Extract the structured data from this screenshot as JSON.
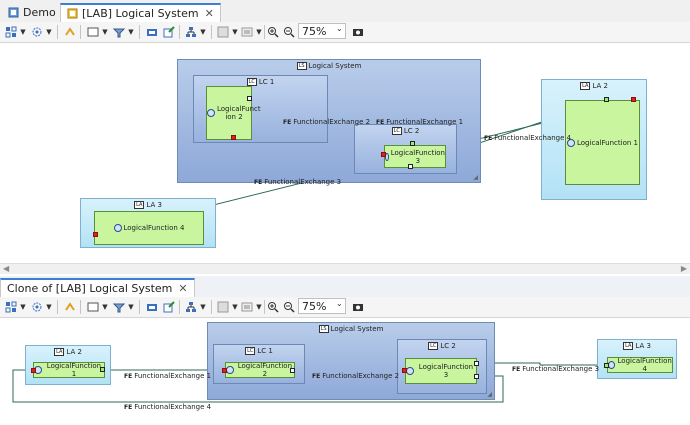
{
  "top_tabs": [
    {
      "label": "Demo",
      "close": ""
    },
    {
      "label": "[LAB] Logical System",
      "close": "✕"
    }
  ],
  "bottom_tab": {
    "label": "Clone of [LAB] Logical System",
    "close": "✕"
  },
  "zoom": "75%",
  "icon_names": [
    "select-icon",
    "layout-icon",
    "refresh-icon",
    "filter-icon",
    "hide-icon",
    "export-icon",
    "arrange-icon",
    "zoom-in-icon",
    "zoom-out-icon",
    "snapshot-icon"
  ],
  "top_diagram": {
    "logical_system": "Logical System",
    "lc1": "LC 1",
    "lc2": "LC 2",
    "la2": "LA 2",
    "la3": "LA 3",
    "fn2": "LogicalFunct ion 2",
    "fn3": "LogicalFunction 3",
    "fn1": "LogicalFunction 1",
    "fn4": "LogicalFunction 4",
    "fe1": "FunctionalExchange 1",
    "fe2": "FunctionalExchange 2",
    "fe3": "FunctionalExchange 3",
    "fe4": "FunctionalExchange 4"
  },
  "bottom_diagram": {
    "logical_system": "Logical System",
    "lc1": "LC 1",
    "lc2": "LC 2",
    "la2": "LA 2",
    "la3": "LA 3",
    "fn1": "LogicalFunction 1",
    "fn2": "LogicalFunction 2",
    "fn3": "LogicalFunction 3",
    "fn4": "LogicalFunction 4",
    "fe1": "FunctionalExchange 1",
    "fe2": "FunctionalExchange 2",
    "fe3": "FunctionalExchange 3",
    "fe4": "FunctionalExchange 4"
  },
  "colors": {
    "exchange_line": "#2e6b52",
    "port_red": "#e02020",
    "function_fill": "#c8f59e",
    "actor_fill": "#c6ebf9",
    "component_fill": "#a8bfe6"
  }
}
